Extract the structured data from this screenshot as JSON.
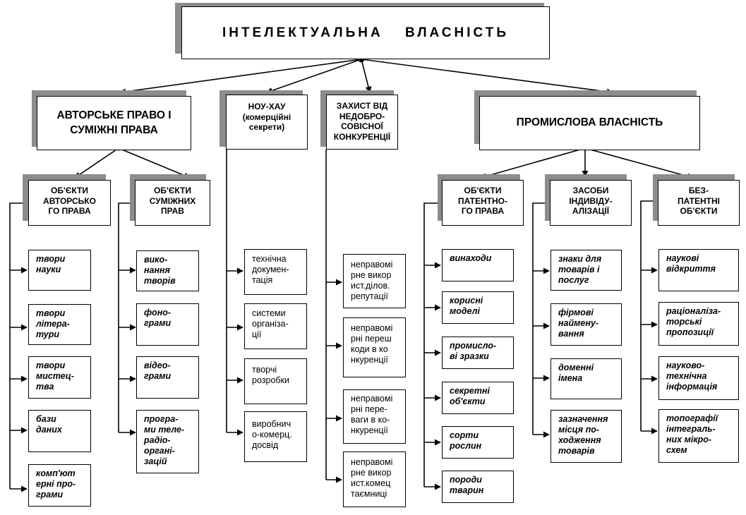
{
  "title": "ІНТЕЛЕКТУАЛЬНА   ВЛАСНІСТЬ",
  "level1": {
    "copyright": "АВТОРСЬКЕ ПРАВО І\nСУМІЖНІ  ПРАВА",
    "knowhow": "НОУ-ХАУ\n(комерційні\nсекрети)",
    "unfair": "ЗАХИСТ ВІД\nНЕДОБРО-\nСОВІСНОЇ\nКОНКУРЕНЦІЇ",
    "industrial": "ПРОМИСЛОВА ВЛАСНІСТЬ"
  },
  "level2": {
    "copyright_objects": "ОБ'ЄКТИ\nАВТОРСЬКО\nГО ПРАВА",
    "related_objects": "ОБ'ЄКТИ\nСУМІЖНИХ\nПРАВ",
    "patent_objects": "ОБ'ЄКТИ\nПАТЕНТНО-\nГО ПРАВА",
    "individualization": "ЗАСОБИ\nІНДИВІДУ-\nАЛІЗАЦІЇ",
    "nonpatent": "БЕЗ-\nПАТЕНТНІ\nОБ'ЄКТИ"
  },
  "items": {
    "copyright": [
      "твори\nнауки",
      "твори\nлітера-\nтури",
      "твори\nмистец-\nтва",
      "бази\nданих",
      "комп'ют\nерні про-\nграми"
    ],
    "related": [
      "вико-\nнання\nтворів",
      "фоно-\nграми",
      "відео-\nграми",
      "програ-\nми теле-\nрадіо-\nорганi-\nзацій"
    ],
    "knowhow": [
      "технічна\nдокумен-\nтація",
      "системи\nорганіза-\nції",
      "творчі\nрозробки",
      "виробнич\nо-комерц.\nдосвід"
    ],
    "unfair": [
      "неправомі\nрне викор\nист.ділов.\nрепутації",
      "неправомі\nрні переш\nкоди  в ко\nнкуренції",
      "неправомі\nрні пере-\nваги  в ко-\nнкуренції",
      "неправомі\nрне викор\nист.комец\nтаємниці"
    ],
    "patent": [
      "винаходи",
      "корисні\nмоделі",
      "промисло-\nві зразки",
      "секретні\nоб'єкти",
      "сорти\nрослин",
      "породи\nтварин"
    ],
    "individualization": [
      "знаки для\nтоварів і\nпослуг",
      "фірмові\nнаймену-\nвання",
      "доменні\nімена",
      "зазначення\nмісця по-\nходження\nтоварів"
    ],
    "nonpatent": [
      "наукові\nвідкриття",
      "раціоналіза-\nторські\nпропозиції",
      "науково-\nтехнічна\nінформація",
      "топографії\nінтеграль-\nних мікро-\nсхем"
    ]
  }
}
